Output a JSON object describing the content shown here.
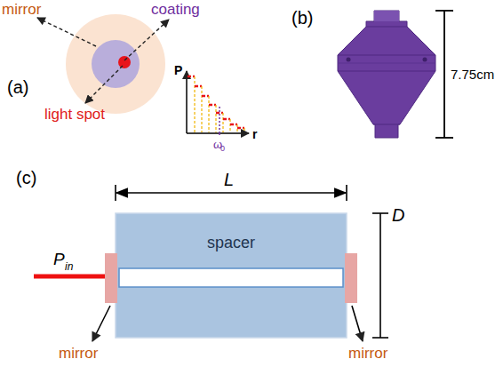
{
  "diagram": {
    "nodes": [
      {
        "text": [
          "spacer"
        ]
      }
    ],
    "labels": [
      "(a)",
      "mirror",
      "coating",
      "light spot",
      "P",
      "r",
      "ω",
      "0",
      "(b)",
      "7.75cm",
      "(c)",
      "L",
      "D",
      "P",
      "in",
      "mirror",
      "mirror"
    ]
  }
}
